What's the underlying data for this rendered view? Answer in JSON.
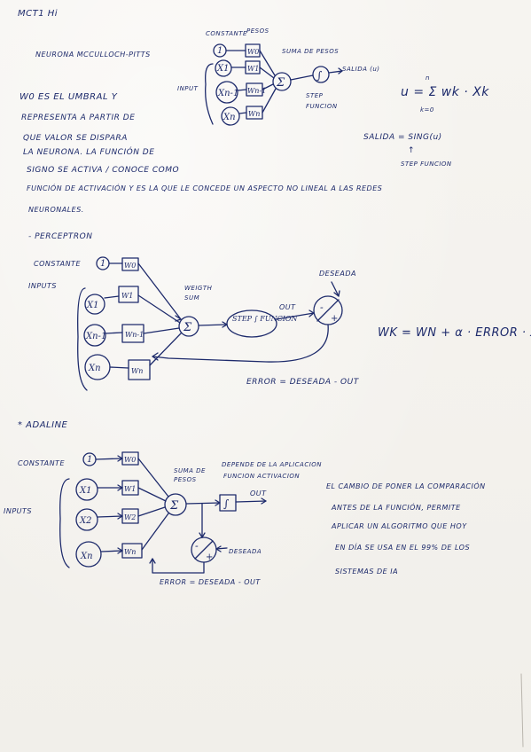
{
  "header": {
    "page_code": "MCT1 Hi",
    "title": "NEURONA MCCULLOCH-PITTS"
  },
  "mp_diagram": {
    "constante": "CONSTANTE",
    "pesos": "PESOS",
    "suma_de_pesos": "SUMA DE PESOS",
    "input": "INPUT",
    "salida": "SALIDA (u)",
    "step": "STEP",
    "funcion": "FUNCION",
    "nodes": [
      "1",
      "X1",
      "Xn-1",
      "Xn"
    ],
    "weights": [
      "W0",
      "W1",
      "Wn-1",
      "Wn"
    ],
    "sum_symbol": "Σ",
    "step_symbol": "∫"
  },
  "formulas": {
    "u_sum": "u = Σ wk · Xk",
    "sum_upper": "n",
    "sum_lower": "k=0",
    "salida": "SALIDA = SING(u)",
    "arrow": "↑",
    "step_funcion": "STEP FUNCION"
  },
  "notes": {
    "lines": [
      "W0 ES EL UMBRAL Y",
      "REPRESENTA A PARTIR DE",
      "QUE VALOR SE DISPARA",
      "LA NEURONA. LA FUNCIÓN DE",
      "SIGNO SE ACTIVA / CONOCE COMO",
      "FUNCIÓN DE ACTIVACIÓN Y ES LA QUE LE CONCEDE UN ASPECTO NO LINEAL A LAS REDES",
      "NEURONALES."
    ]
  },
  "perceptron": {
    "heading": "- PERCEPTRON",
    "constante": "CONSTANTE",
    "inputs": "INPUTS",
    "weigth_sum": "WEIGTH SUM",
    "step_function": "STEP ∫ FUNCION",
    "out": "OUT",
    "deseada": "DESEADA",
    "error": "ERROR = DESEADA - OUT",
    "update_rule": "WK = WN + α · ERROR · XK",
    "nodes": [
      "1",
      "X1",
      "Xn-1",
      "Xn"
    ],
    "weights": [
      "W0",
      "W1",
      "Wn-1",
      "Wn"
    ],
    "sum_symbol": "Σ",
    "minus": "-",
    "plus": "+"
  },
  "adaline": {
    "heading": "* ADALINE",
    "constante": "CONSTANTE",
    "inputs": "INPUTS",
    "suma_de_pesos": "SUMA DE PESOS",
    "depende": "DEPENDE DE LA APLICACION",
    "funcion_activacion": "FUNCION ACTIVACION",
    "out": "OUT",
    "deseada": "DESEADA",
    "error": "ERROR = DESEADA - OUT",
    "nodes": [
      "1",
      "X1",
      "X2",
      "Xn"
    ],
    "weights": [
      "W0",
      "W1",
      "W2",
      "Wn"
    ],
    "sum_symbol": "Σ",
    "step_symbol": "∫",
    "minus": "-",
    "plus": "+",
    "note_lines": [
      "EL CAMBIO DE PONER LA COMPARACIÓN",
      "ANTES DE LA FUNCIÓN, PERMITE",
      "APLICAR UN ALGORITMO QUE HOY",
      "EN DÍA SE USA EN EL 99% DE LOS",
      "SISTEMAS DE IA"
    ]
  }
}
